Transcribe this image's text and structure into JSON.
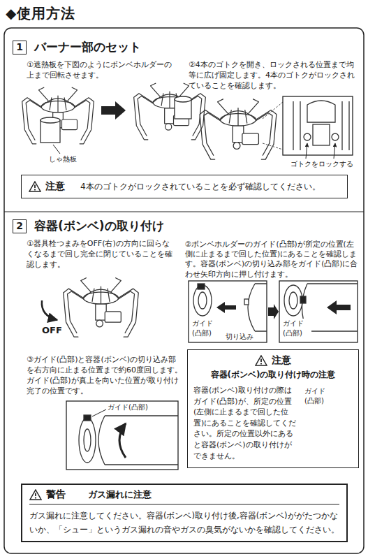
{
  "diagram": {
    "title": "◆使用方法",
    "nodes": [
      {
        "text": [
          "1",
          "バーナー部のセット"
        ]
      },
      {
        "text": [
          "注意",
          "4本のゴトクがロックされていることを必ず確認してください。"
        ]
      },
      {
        "text": [
          "2",
          "容器(ボンベ)の取り付け"
        ]
      },
      {
        "text": [
          "注意",
          "容器(ボンベ)の取り付け時の注意",
          "容器(ボンベ)取り付けの際はガイド(凸部)が、所定の位置(左側に止まるまで回した位置)にあることを確認してください。所定の位置以外にあると容器(ボンベ)の取り付けができません。"
        ]
      },
      {
        "text": [
          "警告",
          "ガス漏れに注意",
          "ガス漏れに注意してください。容器(ボンベ)取り付け後,容器(ボンベ)ががたつかないか、「シュー」というガス漏れの音やガスの臭気がないかを確認してください。"
        ]
      }
    ],
    "labels": [
      "①遮熱板を下図のようにボンベホルダーの上まで回転させます。",
      "しゃ熱板",
      "②4本のゴトクを開き、ロックされる位置まで均等に広げ固定します。4本のゴトクがロックされていることを確認します。",
      "ゴトクをロックする",
      "①器具栓つまみをOFF(右)の方向に回らなくなるまで回し完全に閉じていることを確認します。",
      "OFF",
      "②ボンベホルダーのガイド(凸部)が所定の位置(左側に止まるまで回した位置)にあることを確認します。容器(ボンベ)の切り込み部をガイド(凸部)に合わせ矢印方向に押し付けます。",
      "ガイド(凸部)",
      "切り込み",
      "ガイド(凸部)",
      "③ガイド(凸部)と容器(ボンベ)の切り込み部を右方向に止まる位置まで約60度回します。ガイド(凸部)が真上を向いた位置が取り付け完了の位置です。",
      "ガイド(凸部)",
      "ガイド(凸部)"
    ]
  }
}
